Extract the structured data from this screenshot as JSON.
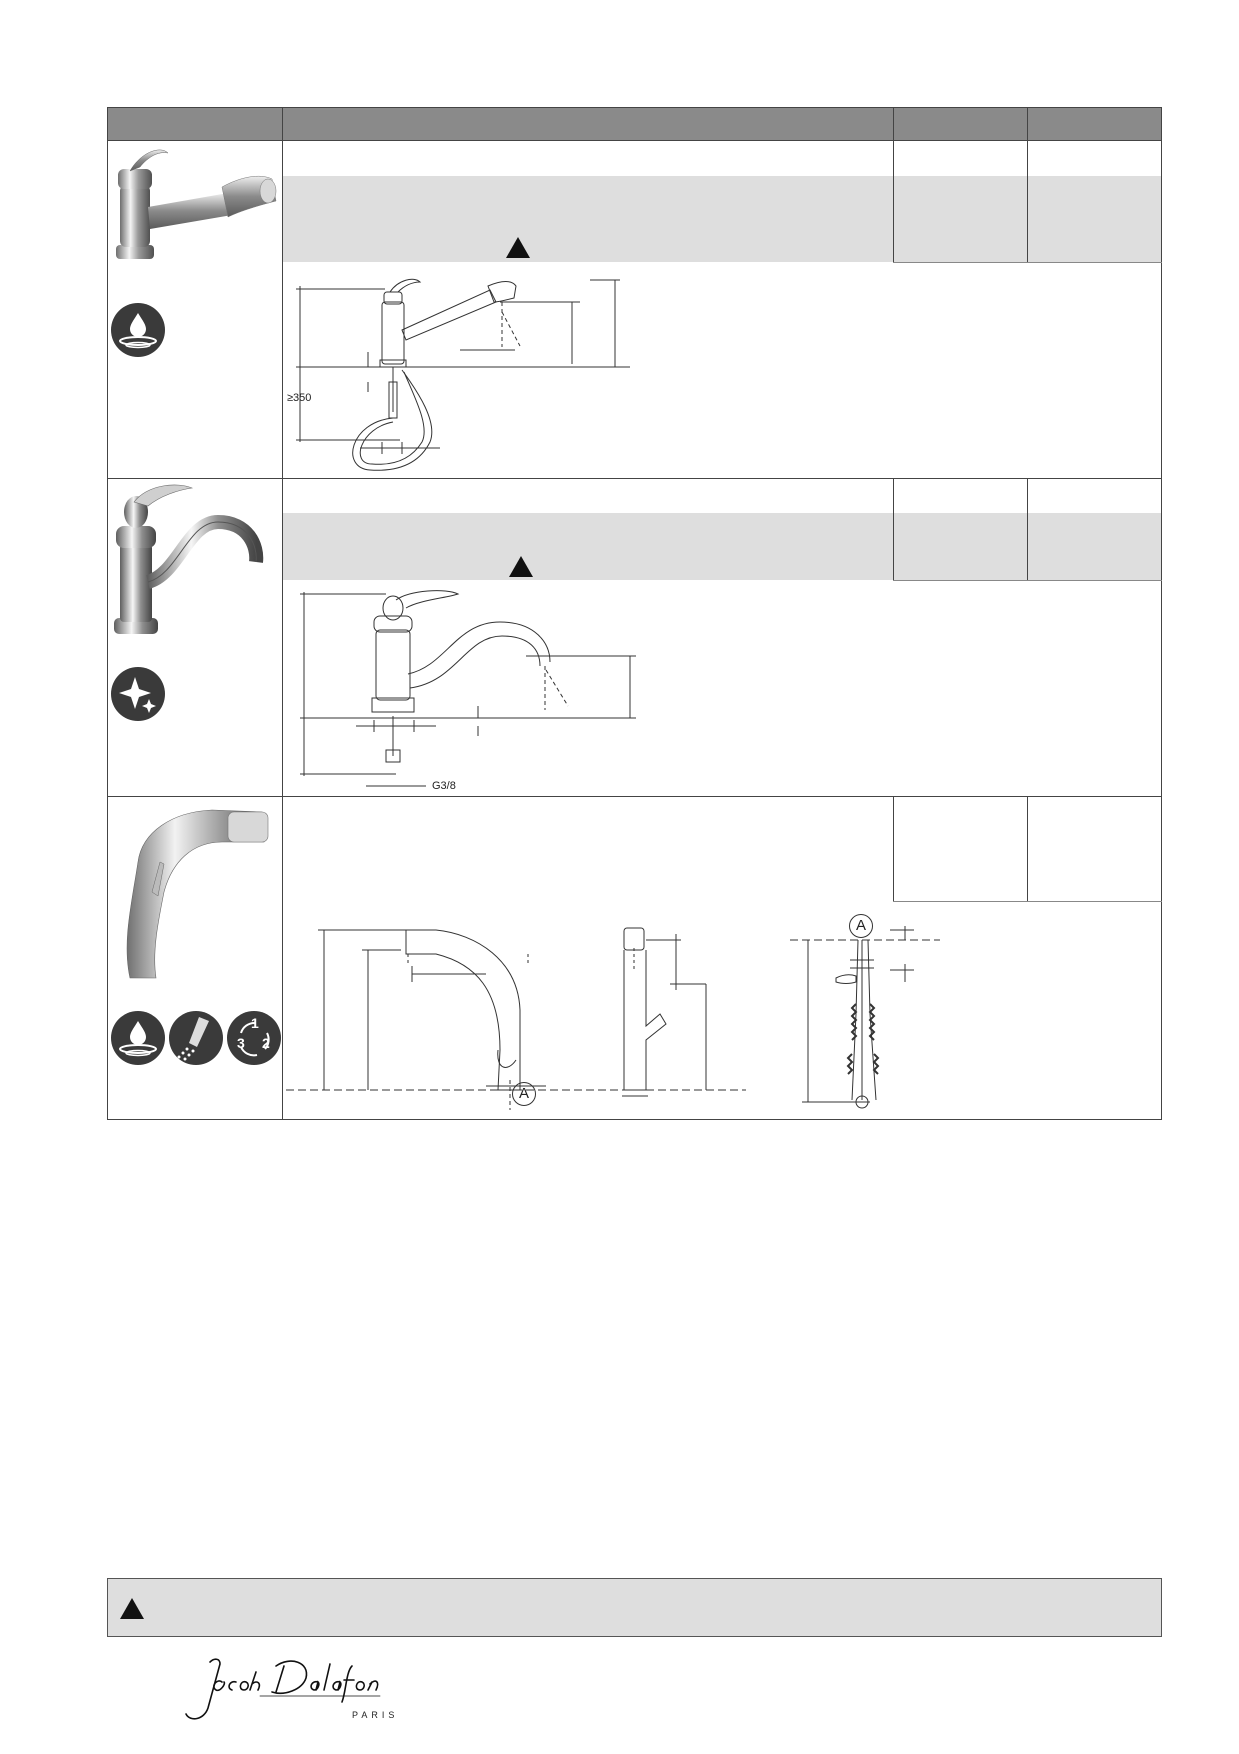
{
  "table": {
    "rows": [
      {
        "icons": [
          "water-saving-icon"
        ],
        "drawing_labels": {
          "min_hose_length": "≥350"
        }
      },
      {
        "icons": [
          "easy-clean-icon"
        ],
        "drawing_labels": {
          "thread": "G3/8"
        }
      },
      {
        "icons": [
          "water-saving-icon",
          "spray-icon",
          "three-position-icon"
        ],
        "drawing_labels": {
          "ref_a_1": "A",
          "ref_a_2": "A"
        },
        "position_digits": [
          "1",
          "2",
          "3"
        ]
      }
    ]
  },
  "footer": {
    "warning_symbol": "warning-triangle-icon"
  },
  "brand": {
    "logo_text": "Jacob Delafon",
    "logo_subtext": "PARIS"
  },
  "colors": {
    "header": "#8a8a8a",
    "highlight": "#dedede",
    "icon_bg": "#3a3a3a"
  }
}
